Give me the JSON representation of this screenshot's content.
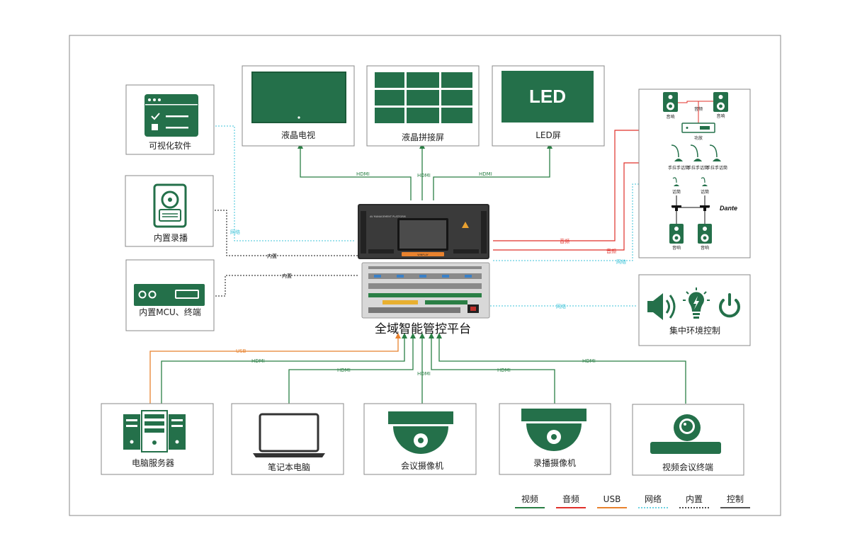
{
  "colors": {
    "green": "#2a7f45",
    "icon_green": "#24704a",
    "red": "#e0302a",
    "orange": "#e8822e",
    "cyan": "#3ec3d8",
    "black": "#111111",
    "control": "#555555",
    "border": "#888888"
  },
  "center": {
    "title": "全域智能管控平台",
    "rack_banner": "AV MANAGEMENT PLATFORM",
    "rack_brand": "WINPLAY"
  },
  "displays": {
    "lcd_tv": "液晶电视",
    "video_wall": "液晶拼接屏",
    "led_screen": "LED屏",
    "led_big_text": "LED"
  },
  "left": {
    "software": "可视化软件",
    "recorder": "内置录播",
    "mcu": "内置MCU、终端"
  },
  "audio_panel": {
    "speaker_label": "音响",
    "amp_label": "功放",
    "mic_label": "手拉手话筒",
    "mic2_label": "话筒",
    "audio_tag": "音频",
    "dante": "Dante"
  },
  "env": {
    "label": "集中环境控制"
  },
  "bottom": {
    "server": "电脑服务器",
    "laptop": "笔记本电脑",
    "conf_camera": "会议摄像机",
    "rec_camera": "录播摄像机",
    "video_terminal": "视频会议终端"
  },
  "connections": {
    "hdmi": "HDMI",
    "usb": "USB",
    "network": "网络",
    "builtin": "内置",
    "audio": "音频"
  },
  "legend": [
    {
      "label": "视频",
      "color": "#2a7f45",
      "style": "solid"
    },
    {
      "label": "音频",
      "color": "#e0302a",
      "style": "solid"
    },
    {
      "label": "USB",
      "color": "#e8822e",
      "style": "solid"
    },
    {
      "label": "网络",
      "color": "#3ec3d8",
      "style": "dotted"
    },
    {
      "label": "内置",
      "color": "#111111",
      "style": "dotted"
    },
    {
      "label": "控制",
      "color": "#555555",
      "style": "solid"
    }
  ]
}
